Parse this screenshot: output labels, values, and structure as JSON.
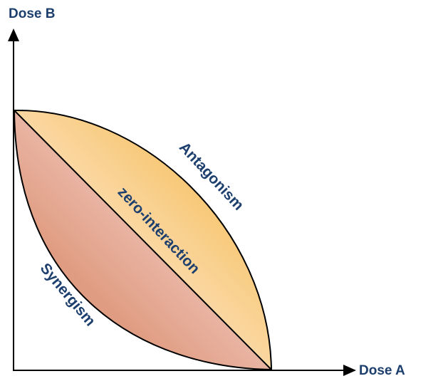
{
  "axes": {
    "y_label": "Dose B",
    "x_label": "Dose A"
  },
  "regions": {
    "antagonism": "Antagonism",
    "zero_interaction": "zero-interaction",
    "synergism": "Synergism"
  },
  "colors": {
    "text": "#1d3f6e",
    "antagonism_light": "#fde3c2",
    "antagonism_dark": "#f6c46c",
    "synergism_light": "#f1cdc3",
    "synergism_dark": "#e09c82"
  }
}
